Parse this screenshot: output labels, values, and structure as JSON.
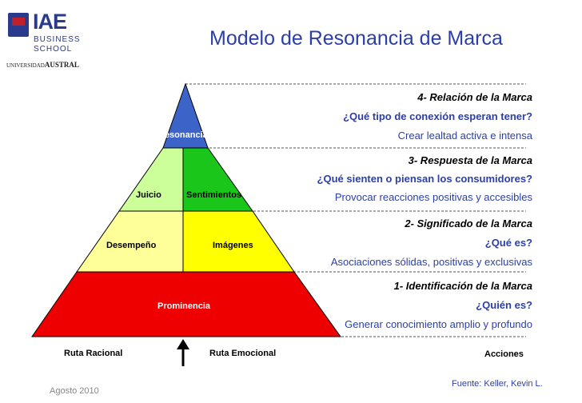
{
  "logo": {
    "brand": "IAE",
    "line1": "BUSINESS",
    "line2": "SCHOOL",
    "university_prefix": "UNIVERSIDAD",
    "university_name": "AUSTRAL"
  },
  "title": "Modelo de Resonancia de Marca",
  "pyramid": {
    "resonancia": "Resonancia",
    "juicio": "Juicio",
    "sentimientos": "Sentimientos",
    "desempeno": "Desempeño",
    "imagenes": "Imágenes",
    "prominencia": "Prominencia",
    "colors": {
      "top": "#3c64c8",
      "light_green": "#ccff99",
      "green": "#19c619",
      "light_yellow": "#ffff99",
      "yellow": "#ffff00",
      "red": "#ee0000"
    }
  },
  "levels": [
    {
      "heading": "4- Relación de la Marca",
      "question": "¿Qué tipo de conexión esperan tener?",
      "description": "Crear lealtad activa e intensa"
    },
    {
      "heading": "3- Respuesta de la Marca",
      "question": "¿Qué sienten o piensan los consumidores?",
      "description": "Provocar reacciones positivas y accesibles"
    },
    {
      "heading": "2- Significado de la Marca",
      "question": "¿Qué es?",
      "description": "Asociaciones sólidas, positivas y exclusivas"
    },
    {
      "heading": "1- Identificación de la Marca",
      "question": "¿Quién es?",
      "description": "Generar conocimiento amplio y profundo"
    }
  ],
  "bottom": {
    "ruta_racional": "Ruta Racional",
    "ruta_emocional": "Ruta Emocional",
    "acciones": "Acciones"
  },
  "footer": {
    "date": "Agosto 2010",
    "source": "Fuente: Keller, Kevin L."
  }
}
